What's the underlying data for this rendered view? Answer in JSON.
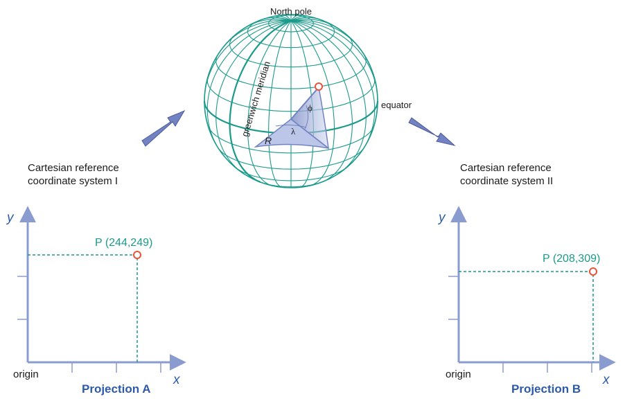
{
  "globe": {
    "north_pole_label": "North pole",
    "equator_label": "equator",
    "meridian_label": "greenwich meridian",
    "radius_symbol": "R",
    "longitude_symbol": "λ",
    "latitude_symbol": "ϕ"
  },
  "left_system": {
    "caption_line1": "Cartesian reference",
    "caption_line2": "coordinate system I",
    "y_axis_label": "y",
    "x_axis_label": "x",
    "origin_label": "origin",
    "projection_label": "Projection A",
    "point_label": "P (244,249)"
  },
  "right_system": {
    "caption_line1": "Cartesian reference",
    "caption_line2": "coordinate system II",
    "y_axis_label": "y",
    "x_axis_label": "x",
    "origin_label": "origin",
    "projection_label": "Projection B",
    "point_label": "P (208,309)"
  },
  "colors": {
    "globe_grid": "#1a9a8a",
    "axis": "#8a9bd0",
    "point_marker": "#e8533a",
    "projection_text": "#2c5aa8",
    "arrow_fill": "#7382c2"
  }
}
